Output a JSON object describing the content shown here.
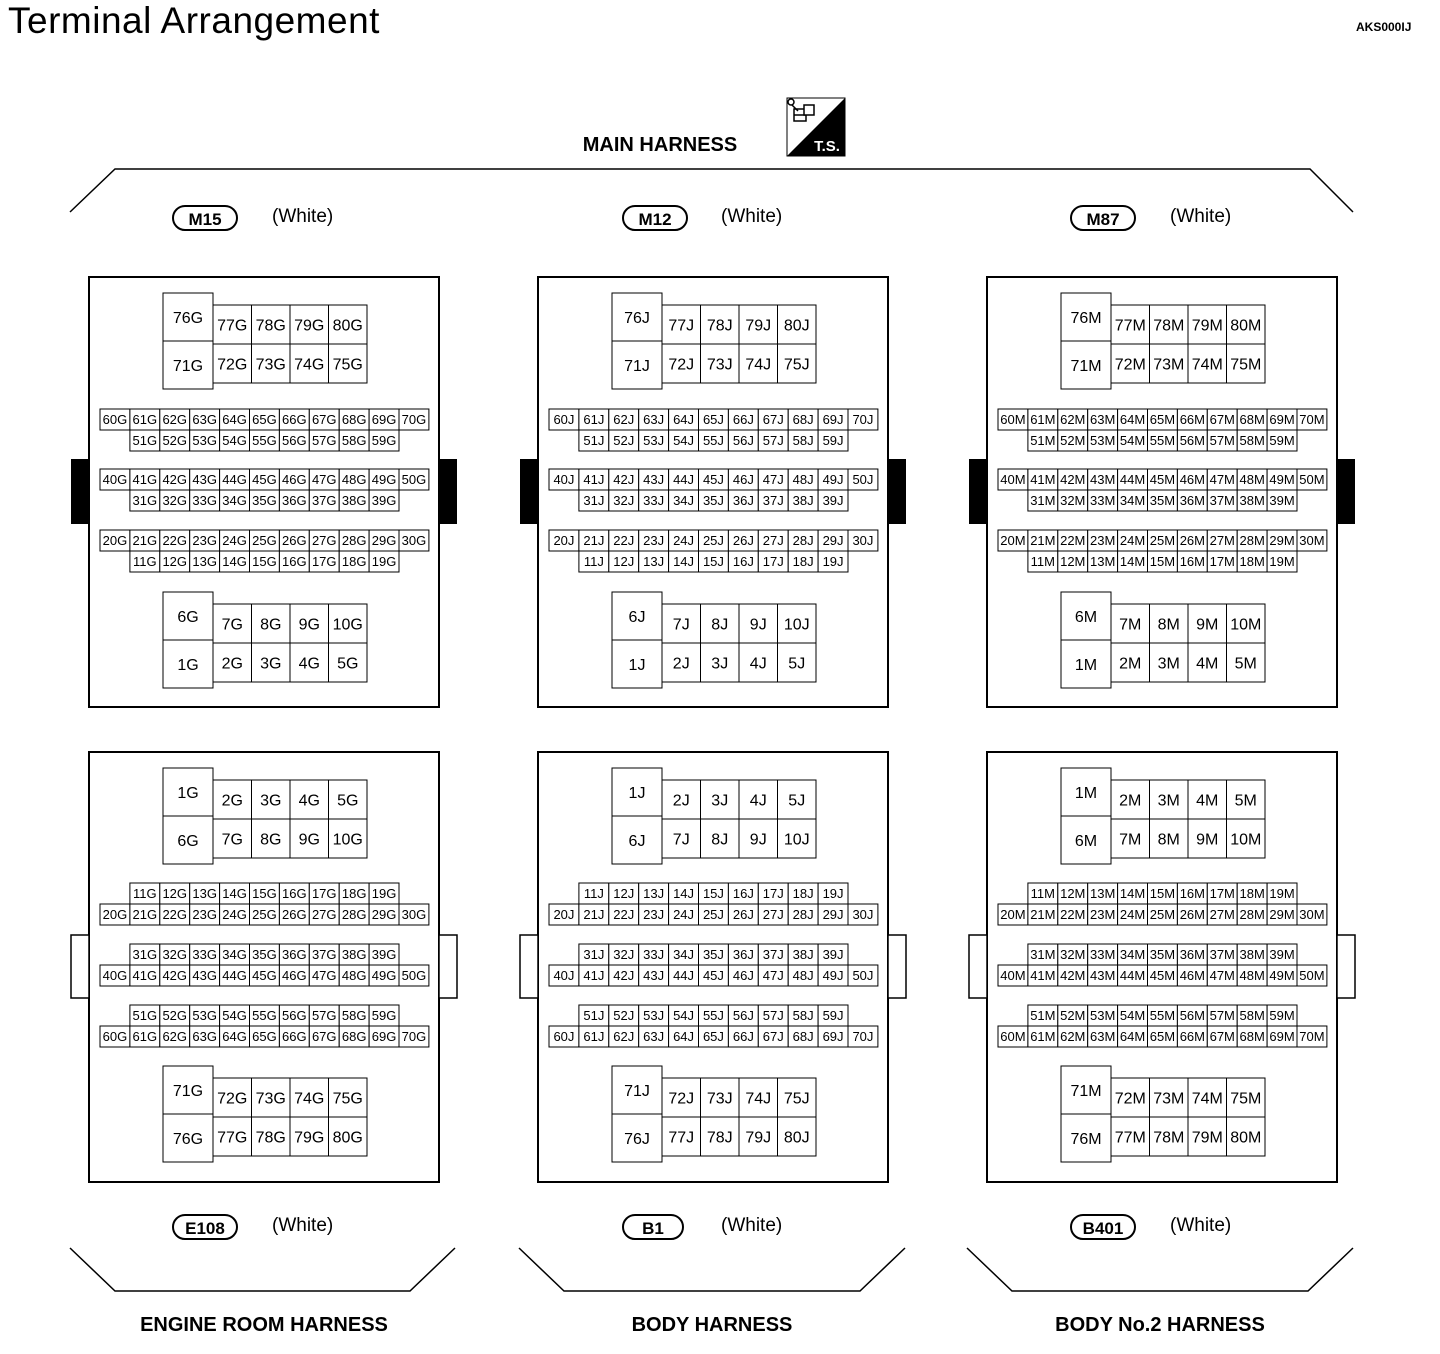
{
  "title": "Terminal Arrangement",
  "doc_code": "AKS000IJ",
  "main_harness": {
    "label": "MAIN HARNESS",
    "icon": "ts-tool-box-icon",
    "icon_text": "T.S."
  },
  "connectors_top": [
    {
      "id": "M15",
      "color": "(White)",
      "suffix": "G"
    },
    {
      "id": "M12",
      "color": "(White)",
      "suffix": "J"
    },
    {
      "id": "M87",
      "color": "(White)",
      "suffix": "M"
    }
  ],
  "connectors_bottom": [
    {
      "id": "E108",
      "color": "(White)",
      "suffix": "G"
    },
    {
      "id": "B1",
      "color": "(White)",
      "suffix": "J"
    },
    {
      "id": "B401",
      "color": "(White)",
      "suffix": "M"
    }
  ],
  "harness_labels": [
    "ENGINE ROOM HARNESS",
    "BODY HARNESS",
    "BODY No.2 HARNESS"
  ],
  "terminal_groups": {
    "upper_big": [
      "76",
      "71"
    ],
    "upper_grid": [
      [
        "77",
        "78",
        "79",
        "80"
      ],
      [
        "72",
        "73",
        "74",
        "75"
      ]
    ],
    "row_60_70": [
      "60",
      "61",
      "62",
      "63",
      "64",
      "65",
      "66",
      "67",
      "68",
      "69",
      "70"
    ],
    "row_51_59": [
      "51",
      "52",
      "53",
      "54",
      "55",
      "56",
      "57",
      "58",
      "59"
    ],
    "row_40_50": [
      "40",
      "41",
      "42",
      "43",
      "44",
      "45",
      "46",
      "47",
      "48",
      "49",
      "50"
    ],
    "row_31_39": [
      "31",
      "32",
      "33",
      "34",
      "35",
      "36",
      "37",
      "38",
      "39"
    ],
    "row_20_30": [
      "20",
      "21",
      "22",
      "23",
      "24",
      "25",
      "26",
      "27",
      "28",
      "29",
      "30"
    ],
    "row_11_19": [
      "11",
      "12",
      "13",
      "14",
      "15",
      "16",
      "17",
      "18",
      "19"
    ],
    "lower_big": [
      "6",
      "1"
    ],
    "lower_grid": [
      [
        "7",
        "8",
        "9",
        "10"
      ],
      [
        "2",
        "3",
        "4",
        "5"
      ]
    ]
  }
}
